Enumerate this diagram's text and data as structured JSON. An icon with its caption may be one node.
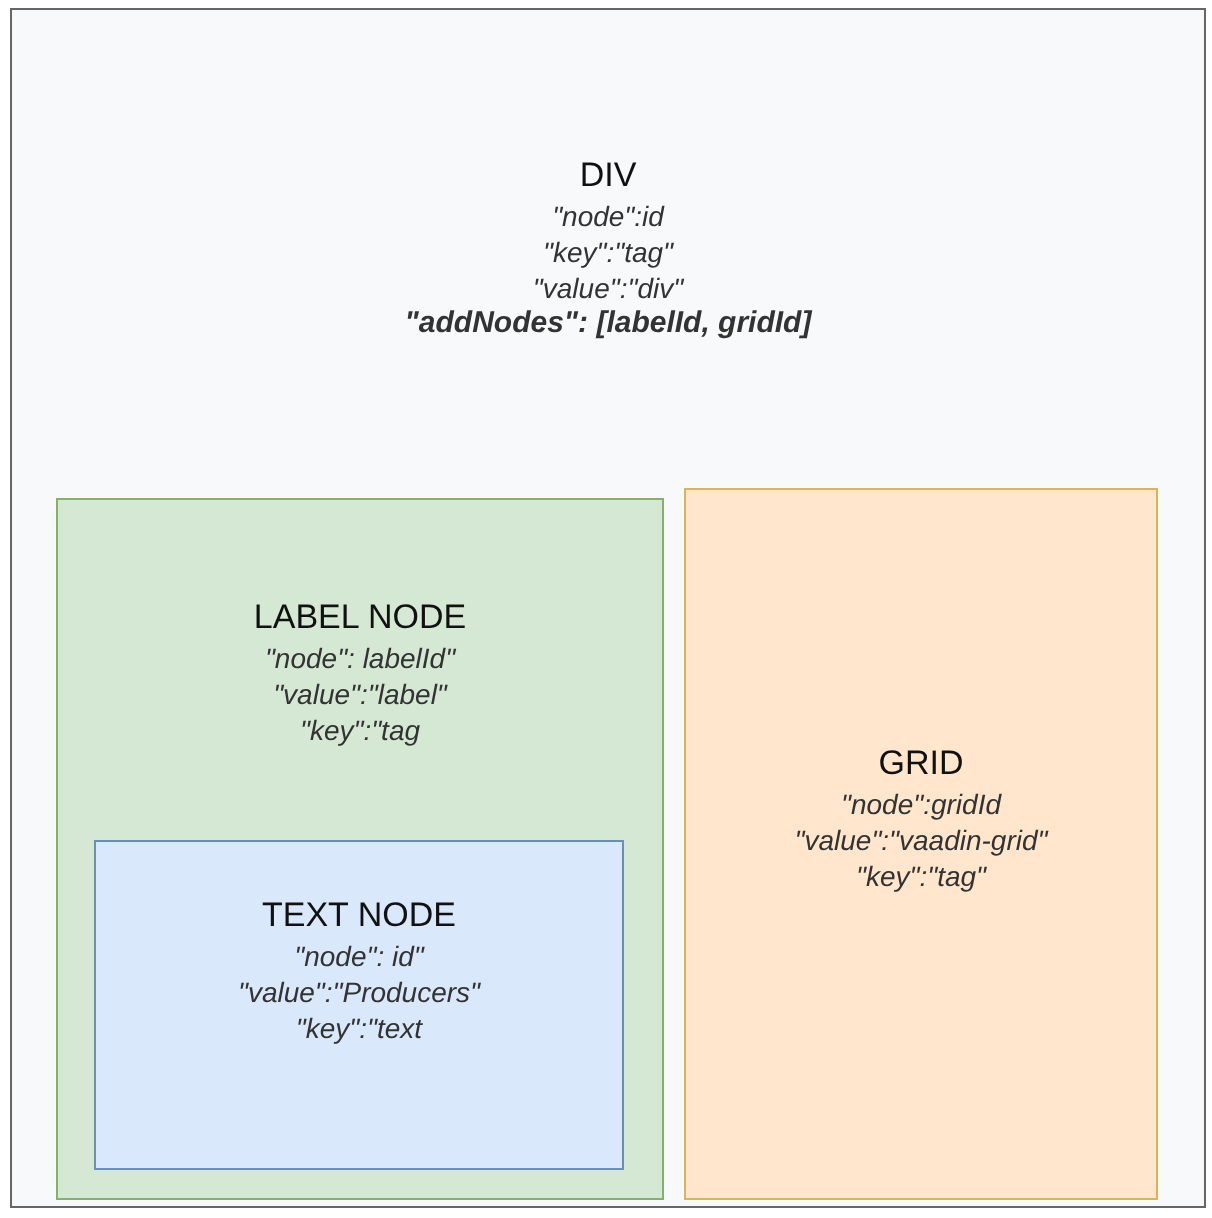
{
  "diagram": {
    "nodes": [
      {
        "text": [
          "DIV",
          "\"node\":id",
          "\"key\":\"tag\"",
          "\"value\":\"div\"",
          "**\"addNodes\": [labelId, gridId]**"
        ]
      },
      {
        "text": [
          "LABEL NODE",
          "\"node\": labelId\"",
          "\"value\":\"label\"",
          "\"key\":\"tag"
        ],
        "in": 0
      },
      {
        "text": [
          "TEXT NODE",
          "\"node\": id\"",
          "\"value\":\"Producers\"",
          "\"key\":\"text"
        ],
        "in": 1
      },
      {
        "text": [
          "GRID",
          "\"node\":gridId",
          "\"value\":\"vaadin-grid\"",
          "\"key\":\"tag\""
        ],
        "in": 0
      }
    ]
  }
}
